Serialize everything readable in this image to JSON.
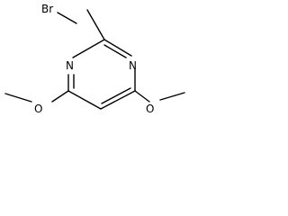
{
  "molecule": {
    "atoms": {
      "bromine": "Br",
      "nitrogen_left": "N",
      "nitrogen_right": "N",
      "oxygen_left": "O",
      "oxygen_right": "O"
    },
    "bond_color": "#000000",
    "background_color": "#ffffff"
  }
}
